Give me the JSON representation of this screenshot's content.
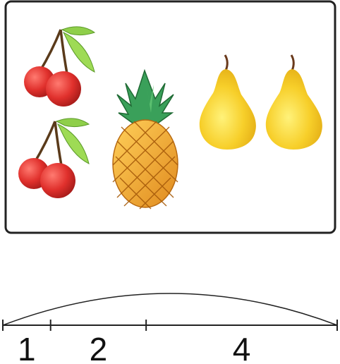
{
  "picture_panel": {
    "items": [
      {
        "fruit": "cherry",
        "count": 2,
        "icon": "cherry-icon"
      },
      {
        "fruit": "pineapple",
        "count": 1,
        "icon": "pineapple-icon"
      },
      {
        "fruit": "pear",
        "count": 2,
        "icon": "pear-icon"
      }
    ]
  },
  "tape": {
    "segments": [
      {
        "label": "1",
        "value": 1
      },
      {
        "label": "2",
        "value": 2
      },
      {
        "label": "4",
        "value": 4
      }
    ]
  },
  "colors": {
    "frame": "#222222",
    "cherry": "#e0302c",
    "cherry_leaf": "#8fcf4a",
    "pineapple_body": "#f2a93b",
    "pineapple_leaf": "#3aa05a",
    "pear": "#f7cf2a",
    "line": "#222222"
  }
}
